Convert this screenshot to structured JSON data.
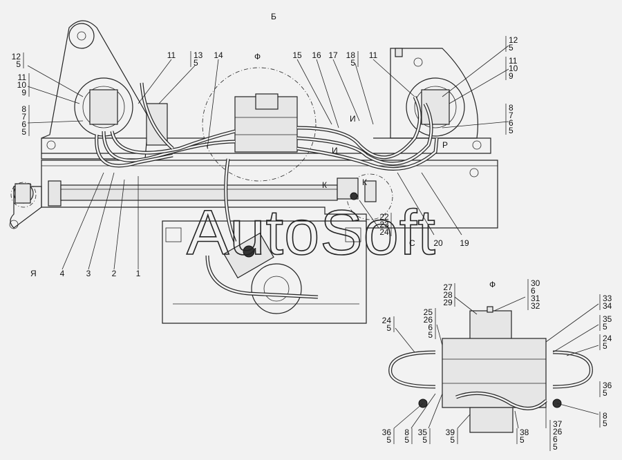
{
  "watermark": "AutoSoft",
  "view_labels": {
    "top": "Б",
    "detail_main": "Ф",
    "detail_inset": "Ф",
    "left": "Я",
    "node_c": "С",
    "mark_p": "Р",
    "mark_k1": "К",
    "mark_k2": "К",
    "mark_i1": "И",
    "mark_i2": "И"
  },
  "callouts": [
    {
      "id": "c1",
      "lines": [
        "12",
        "5"
      ]
    },
    {
      "id": "c2",
      "lines": [
        "11",
        "10",
        "9"
      ]
    },
    {
      "id": "c3",
      "lines": [
        "8",
        "7",
        "6",
        "5"
      ]
    },
    {
      "id": "c4",
      "lines": [
        "11"
      ]
    },
    {
      "id": "c5",
      "lines": [
        "13",
        "5"
      ]
    },
    {
      "id": "c6",
      "lines": [
        "14"
      ]
    },
    {
      "id": "c7",
      "lines": [
        "15"
      ]
    },
    {
      "id": "c8",
      "lines": [
        "16"
      ]
    },
    {
      "id": "c9",
      "lines": [
        "17"
      ]
    },
    {
      "id": "c10",
      "lines": [
        "18",
        "5"
      ]
    },
    {
      "id": "c11",
      "lines": [
        "11"
      ]
    },
    {
      "id": "c12",
      "lines": [
        "12",
        "5"
      ]
    },
    {
      "id": "c13",
      "lines": [
        "11",
        "10",
        "9"
      ]
    },
    {
      "id": "c14",
      "lines": [
        "8",
        "7",
        "6",
        "5"
      ]
    },
    {
      "id": "c15",
      "lines": [
        "4"
      ]
    },
    {
      "id": "c16",
      "lines": [
        "3"
      ]
    },
    {
      "id": "c17",
      "lines": [
        "2"
      ]
    },
    {
      "id": "c18",
      "lines": [
        "1"
      ]
    },
    {
      "id": "c19",
      "lines": [
        "22",
        "23",
        "24"
      ]
    },
    {
      "id": "c20",
      "lines": [
        "20"
      ]
    },
    {
      "id": "c21",
      "lines": [
        "19"
      ]
    },
    {
      "id": "c22",
      "lines": [
        "27",
        "28",
        "29"
      ]
    },
    {
      "id": "c23",
      "lines": [
        "30",
        "6",
        "31",
        "32"
      ]
    },
    {
      "id": "c24",
      "lines": [
        "33",
        "34"
      ]
    },
    {
      "id": "c25",
      "lines": [
        "35",
        "5"
      ]
    },
    {
      "id": "c26",
      "lines": [
        "24",
        "5"
      ]
    },
    {
      "id": "c27",
      "lines": [
        "25",
        "26",
        "6",
        "5"
      ]
    },
    {
      "id": "c28",
      "lines": [
        "24",
        "5"
      ]
    },
    {
      "id": "c29",
      "lines": [
        "36",
        "5"
      ]
    },
    {
      "id": "c30",
      "lines": [
        "36",
        "5"
      ]
    },
    {
      "id": "c31",
      "lines": [
        "8",
        "5"
      ]
    },
    {
      "id": "c32",
      "lines": [
        "35",
        "5"
      ]
    },
    {
      "id": "c33",
      "lines": [
        "39",
        "5"
      ]
    },
    {
      "id": "c34",
      "lines": [
        "38",
        "5"
      ]
    },
    {
      "id": "c35",
      "lines": [
        "37",
        "26",
        "6",
        "5"
      ]
    },
    {
      "id": "c36",
      "lines": [
        "8",
        "5"
      ]
    }
  ]
}
